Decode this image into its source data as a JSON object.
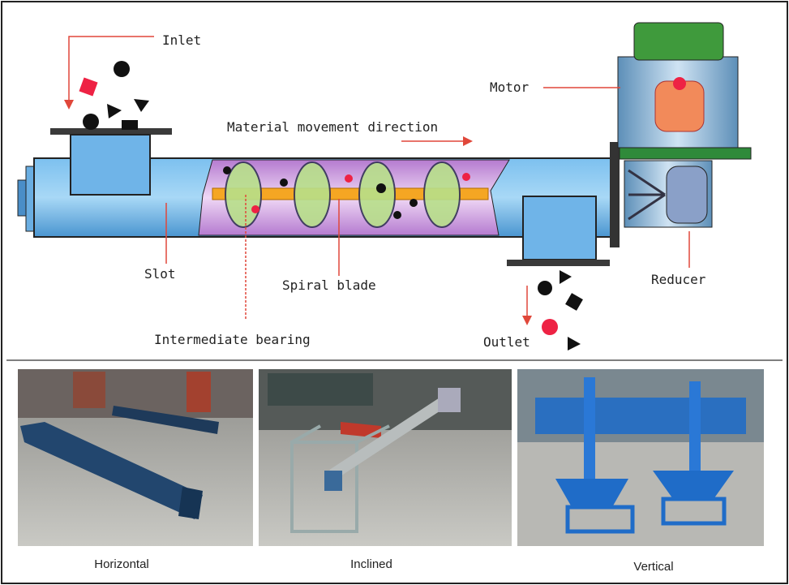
{
  "diagram": {
    "labels": {
      "inlet": "Inlet",
      "motor": "Motor",
      "direction": "Material movement direction",
      "slot": "Slot",
      "spiral_blade": "Spiral blade",
      "reducer": "Reducer",
      "bearing": "Intermediate bearing",
      "outlet": "Outlet"
    },
    "colors": {
      "tube": "#5aa8e0",
      "screw_chamber": "#c58fd8",
      "shaft": "#f5a623",
      "motor_top": "#3f9a3c",
      "leader": "#e0473a"
    }
  },
  "photos": [
    {
      "caption": "Horizontal"
    },
    {
      "caption": "Inclined"
    },
    {
      "caption": "Vertical"
    }
  ]
}
